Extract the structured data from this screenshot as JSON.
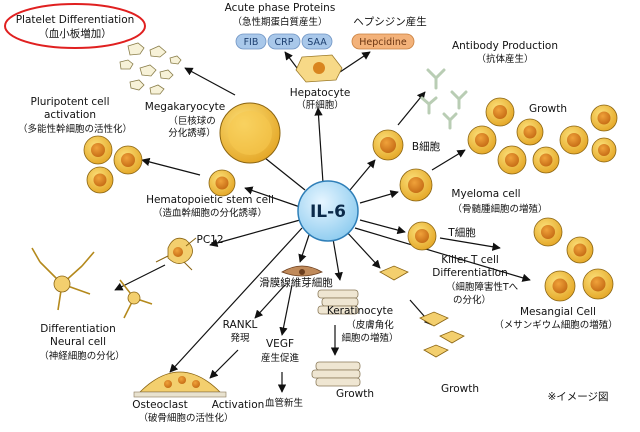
{
  "center": {
    "label": "IL-6"
  },
  "platelet": {
    "en": "Platelet Differentiation",
    "jp": "（血小板増加）"
  },
  "acute_phase": {
    "en": "Acute phase Proteins",
    "jp": "（急性期蛋白質産生）",
    "pills": [
      "FIB",
      "CRP",
      "SAA"
    ]
  },
  "hepcidine": {
    "jp": "ヘプシジン産生",
    "pill": "Hepcidine"
  },
  "antibody": {
    "en": "Antibody Production",
    "jp": "（抗体産生）"
  },
  "hepatocyte": {
    "en": "Hepatocyte",
    "jp": "（肝細胞）"
  },
  "pluripotent": {
    "line1": "Pluripotent cell",
    "line2": "activation",
    "jp": "（多能性幹細胞の活性化）"
  },
  "megakaryocyte": {
    "en": "Megakaryocyte",
    "jp1": "（巨核球の",
    "jp2": "分化誘導）"
  },
  "b_cell": {
    "jp": "B細胞"
  },
  "growth_top": {
    "en": "Growth"
  },
  "hematopoietic": {
    "en": "Hematopoietic stem cell",
    "jp": "（造血幹細胞の分化誘導）"
  },
  "myeloma": {
    "en": "Myeloma cell",
    "jp": "（骨髄腫細胞の増殖）"
  },
  "t_cell": {
    "jp": "T細胞"
  },
  "pc12": {
    "en": "PC12"
  },
  "fibroblast": {
    "jp": "滑膜線維芽細胞"
  },
  "killer_t": {
    "line1": "Killer T cell",
    "line2": "Differentiation",
    "jp1": "（細胞障害性Tへ",
    "jp2": "の分化）"
  },
  "mesangial": {
    "en": "Mesangial Cell",
    "jp": "（メサンギウム細胞の増殖）"
  },
  "neural": {
    "line1": "Differentiation",
    "line2": "Neural cell",
    "jp": "（神経細胞の分化）"
  },
  "rankl": {
    "en": "RANKL",
    "jp": "発現"
  },
  "keratinocyte": {
    "en": "Keratinocyte",
    "jp1": "（皮膚角化",
    "jp2": "細胞の増殖）"
  },
  "vegf": {
    "en": "VEGF",
    "jp": "産生促進"
  },
  "growth_mid": {
    "en": "Growth"
  },
  "growth_bottom": {
    "en": "Growth"
  },
  "osteoclast": {
    "en1": "Osteoclast",
    "en2": "Activation",
    "jp": "（破骨細胞の活性化）"
  },
  "angio": {
    "jp": "血管新生"
  },
  "image_note": {
    "jp": "※イメージ図"
  },
  "colors": {
    "highlight_ring": "#e02020",
    "center_fill": "#a9d8f5",
    "pill_blue": "#a9c8ea",
    "pill_orange": "#f3b27a"
  }
}
